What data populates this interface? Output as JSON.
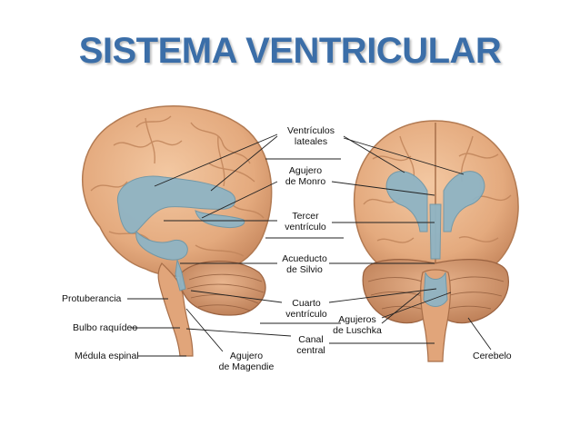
{
  "title": "SISTEMA VENTRICULAR",
  "labels": {
    "ventriculos_laterales": [
      "Ventrículos",
      "lateales"
    ],
    "agujero_monro": [
      "Agujero",
      "de Monro"
    ],
    "tercer_ventriculo": [
      "Tercer",
      "ventrículo"
    ],
    "acueducto_silvio": [
      "Acueducto",
      "de Silvio"
    ],
    "cuarto_ventriculo": [
      "Cuarto",
      "ventrículo"
    ],
    "canal_central": [
      "Canal",
      "central"
    ],
    "agujeros_luschka": [
      "Agujeros",
      "de Luschka"
    ],
    "agujero_magendie": [
      "Agujero",
      "de Magendie"
    ],
    "protuberancia": "Protuberancia",
    "bulbo_raquideo": "Bulbo raquídeo",
    "medula_espinal": "Médula espinal",
    "cerebelo": "Cerebelo"
  },
  "colors": {
    "title": "#3b6ea8",
    "brain": "#e8b48a",
    "brain_dark": "#c98f66",
    "ventricle": "#8fb4c4"
  }
}
